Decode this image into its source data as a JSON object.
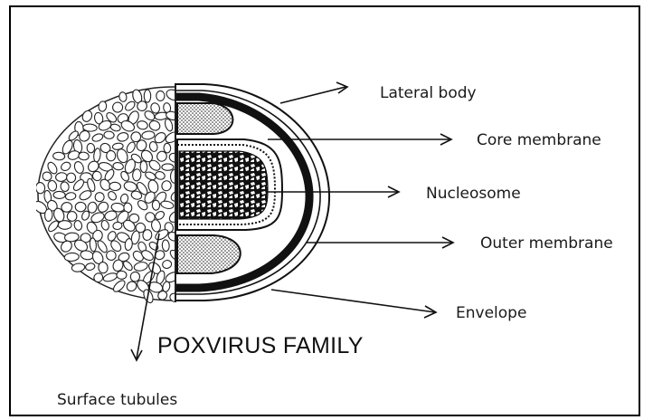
{
  "diagram": {
    "title": "POXVIRUS FAMILY",
    "labels": {
      "lateral_body": "Lateral body",
      "core_membrane": "Core membrane",
      "nucleosome": "Nucleosome",
      "outer_membrane": "Outer membrane",
      "envelope": "Envelope",
      "surface_tubules": "Surface tubules"
    }
  }
}
